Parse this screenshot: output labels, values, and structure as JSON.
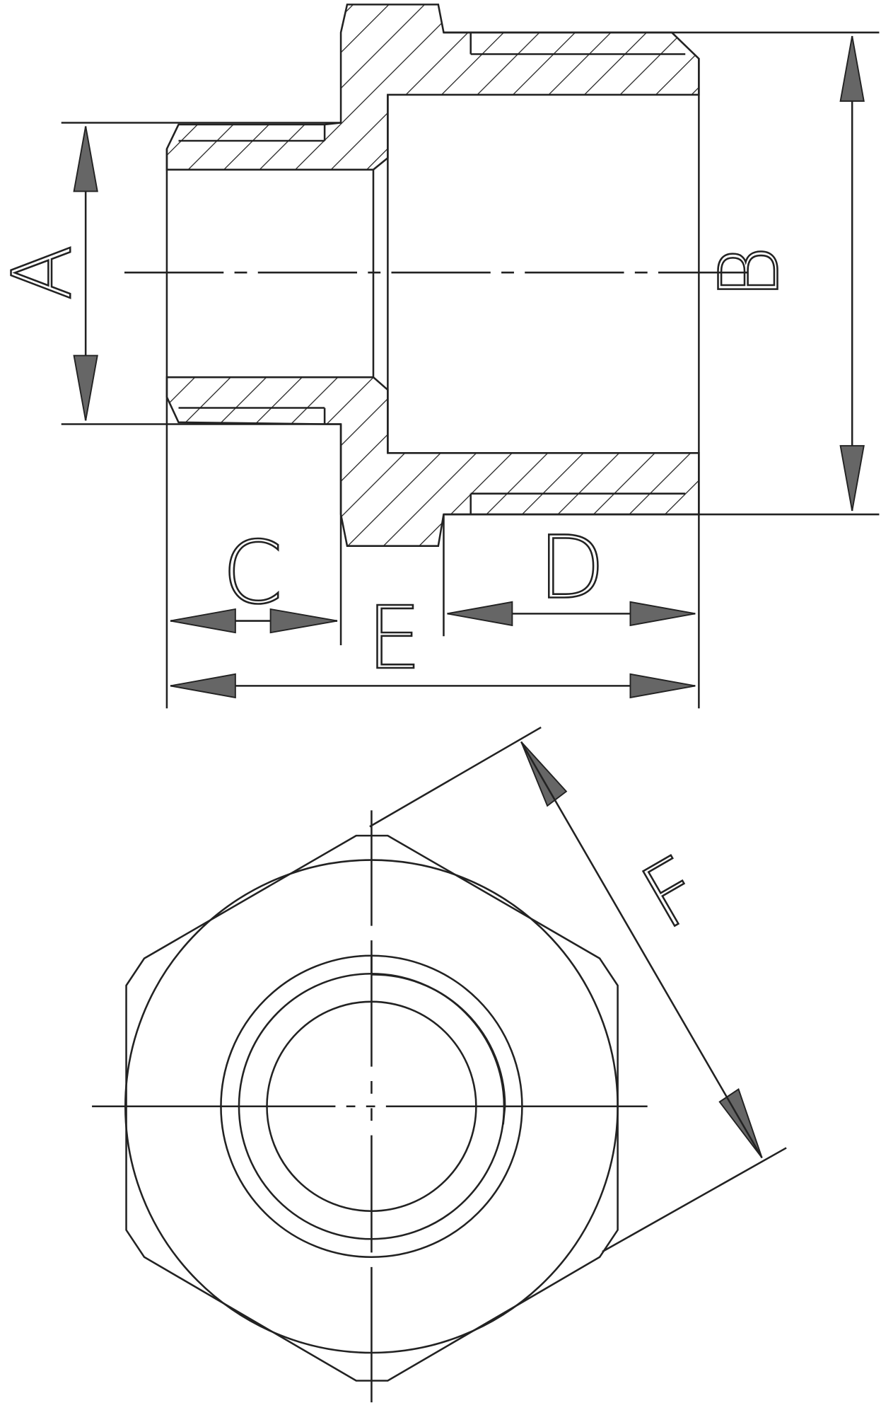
{
  "diagram": {
    "labels": {
      "A": "A",
      "B": "B",
      "C": "C",
      "D": "D",
      "E": "E",
      "F": "F"
    },
    "colors": {
      "line": "#222222",
      "arrow": "#666666",
      "background": "#ffffff"
    }
  }
}
